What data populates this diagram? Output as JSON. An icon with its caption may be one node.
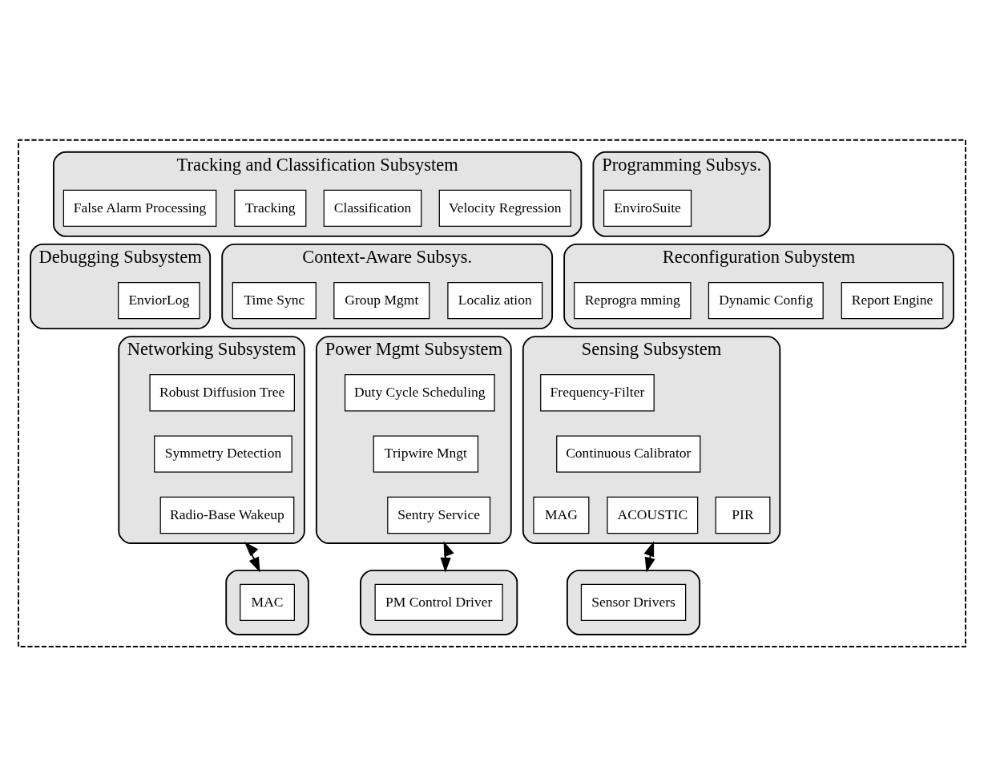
{
  "diagram": {
    "nodes": [
      {
        "text": [],
        "shape": "box"
      },
      {
        "text": [
          "Programming Subsys."
        ],
        "in": 0
      },
      {
        "text": [
          "EnviroSuite"
        ],
        "in": 1
      },
      {
        "text": [
          "Tracking and Classification Subsystem"
        ],
        "in": 0
      },
      {
        "text": [
          "Tracking"
        ],
        "in": 3
      },
      {
        "text": [
          "Classification"
        ],
        "in": 3
      },
      {
        "text": [
          "Velocity Regression"
        ],
        "in": 3
      },
      {
        "text": [
          "False Alarm Processing"
        ],
        "in": 3
      },
      {
        "text": [
          "Debugging Subsystem"
        ],
        "in": 0
      },
      {
        "text": [
          "EnviorLog"
        ],
        "in": 8
      },
      {
        "text": [
          "Context-Aware Subsys."
        ],
        "in": 0
      },
      {
        "text": [
          "Time Sync"
        ],
        "in": 10
      },
      {
        "text": [
          "Group Mgmt"
        ],
        "in": 10
      },
      {
        "text": [
          "Localiz ation"
        ],
        "in": 10
      },
      {
        "text": [
          "Reconfiguration Subystem"
        ],
        "in": 0
      },
      {
        "text": [
          "Reprogra mming"
        ],
        "in": 14
      },
      {
        "text": [
          "Dynamic Config"
        ],
        "in": 14
      },
      {
        "text": [
          "Report Engine"
        ],
        "in": 14
      },
      {
        "text": [
          "Networking Subsystem"
        ],
        "in": 0
      },
      {
        "text": [
          "Robust Diffusion Tree"
        ],
        "in": 18
      },
      {
        "text": [
          "Symmetry Detection"
        ],
        "in": 18
      },
      {
        "text": [
          "Radio-Base Wakeup"
        ],
        "in": 18
      },
      {
        "text": [
          "Power Mgmt Subsystem"
        ],
        "in": 0
      },
      {
        "text": [
          "Duty Cycle Scheduling"
        ],
        "in": 22
      },
      {
        "text": [
          "Tripwire Mngt"
        ],
        "in": 22
      },
      {
        "text": [
          "Sentry Service"
        ],
        "in": 22
      },
      {
        "text": [
          "Sensing Subsystem"
        ],
        "in": 0
      },
      {
        "text": [
          "Frequency-Filter"
        ],
        "in": 26
      },
      {
        "text": [
          "Continuous Calibrator"
        ],
        "in": 26
      },
      {
        "text": [
          "PIR"
        ],
        "in": 26
      },
      {
        "text": [
          "MAG"
        ],
        "in": 26
      },
      {
        "text": [
          "ACOUSTIC"
        ],
        "in": 26
      },
      {
        "text": [],
        "shape": "box",
        "in": 0
      },
      {
        "text": [
          "MAC"
        ],
        "in": 32
      },
      {
        "text": [],
        "shape": "box",
        "in": 0
      },
      {
        "text": [
          "PM Control Driver"
        ],
        "in": 34
      },
      {
        "text": [],
        "shape": "box",
        "in": 0
      },
      {
        "text": [
          "Sensor Drivers"
        ],
        "in": 36
      }
    ],
    "edges": [
      {
        "from": 18,
        "to": 32,
        "arrow": "both"
      },
      {
        "from": 22,
        "to": 34,
        "arrow": "both"
      },
      {
        "from": 26,
        "to": 36,
        "arrow": "both"
      }
    ]
  }
}
